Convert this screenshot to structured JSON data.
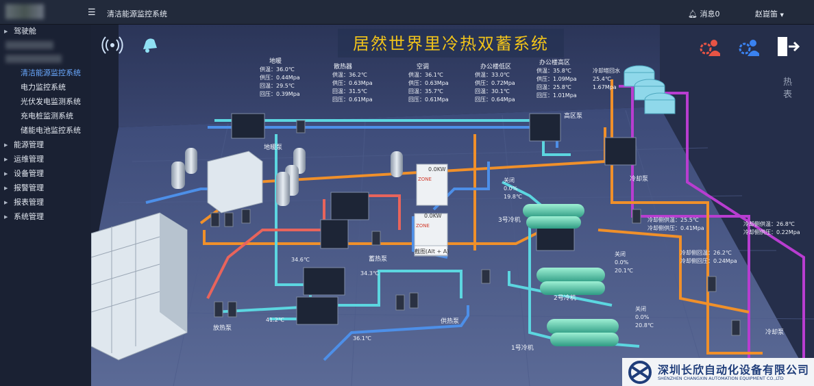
{
  "header": {
    "app_title": "清洁能源监控系统",
    "notify_label": "消息0",
    "user_name": "赵崑笛"
  },
  "sidebar": {
    "items": [
      {
        "label": "驾驶舱"
      },
      {
        "label": "能源管理"
      },
      {
        "label": "运维管理"
      },
      {
        "label": "设备管理"
      },
      {
        "label": "报警管理"
      },
      {
        "label": "报表管理"
      },
      {
        "label": "系统管理"
      }
    ],
    "sub_items": [
      {
        "label": "清洁能源监控系统"
      },
      {
        "label": "电力监控系统"
      },
      {
        "label": "光伏发电监测系统"
      },
      {
        "label": "充电桩监测系统"
      },
      {
        "label": "储能电池监控系统"
      }
    ]
  },
  "scene": {
    "title": "居然世界里冷热双蓄系统",
    "side_text": "热表",
    "zones": [
      {
        "name": "地暖",
        "lines": [
          "供温：36.0℃",
          "供压：0.44Mpa",
          "回温：29.5℃",
          "回压：0.39Mpa"
        ]
      },
      {
        "name": "散热器",
        "lines": [
          "供温：36.2℃",
          "供压：0.63Mpa",
          "回温：31.5℃",
          "回压：0.61Mpa"
        ]
      },
      {
        "name": "空调",
        "lines": [
          "供温：36.1℃",
          "供压：0.63Mpa",
          "回温：35.7℃",
          "回压：0.61Mpa"
        ]
      },
      {
        "name": "办公楼低区",
        "lines": [
          "供温：33.0℃",
          "供压：0.72Mpa",
          "回温：30.1℃",
          "回压：0.64Mpa"
        ]
      },
      {
        "name": "办公楼高区",
        "lines": [
          "供温：35.8℃",
          "供压：1.09Mpa",
          "回温：25.8℃",
          "回压：1.01Mpa"
        ]
      }
    ],
    "cooling_tower": {
      "title": "冷却塔回水",
      "temp": "25.4℃",
      "pressure": "1.67Mpa"
    },
    "labels": {
      "floor_pump": "地暖泵",
      "high_pump": "高区泵",
      "cool_pump_1": "冷却泵",
      "cool_pump_2": "冷却泵",
      "chiller_3": "3号冷机",
      "chiller_2": "2号冷机",
      "chiller_1": "1号冷机",
      "store_pump": "蓄热泵",
      "supply_pump": "供热泵",
      "release_pump": "放热泵"
    },
    "readings": {
      "t1": "34.6℃",
      "t2": "34.3℃",
      "t3": "41.2℃",
      "t4": "36.1℃"
    },
    "chillers": [
      {
        "state": "关闭",
        "pct": "0.0%",
        "temp": "19.8℃"
      },
      {
        "state": "关闭",
        "pct": "0.0%",
        "temp": "20.1℃"
      },
      {
        "state": "关闭",
        "pct": "0.0%",
        "temp": "20.8℃"
      }
    ],
    "chiller_water": [
      {
        "lines": [
          "冷却侧供温：25.5℃",
          "冷却侧供压：0.41Mpa"
        ]
      },
      {
        "lines": [
          "冷却侧回温：26.2℃",
          "冷却侧回压：0.24Mpa"
        ]
      },
      {
        "lines": [
          "冷却侧供温：26.8℃",
          "冷却侧供压：0.22Mpa"
        ]
      }
    ],
    "panels": [
      {
        "power": "0.0KW",
        "tag": "ZONE"
      },
      {
        "power": "0.0KW",
        "tag": "ZONE"
      }
    ],
    "screenshot_hint": "截图(Alt + A)"
  },
  "company": {
    "name_cn": "深圳长欣自动化设备有限公司",
    "name_en": "SHENZHEN CHANGXIN AUTOMATION EQUIPMENT CO.,LTD"
  },
  "colors": {
    "title": "#f1c31a",
    "pipe_hot": "#f0902a",
    "pipe_purple": "#b83dd0",
    "pipe_cyan": "#5cd6e0",
    "pipe_blue": "#4d8fe8",
    "pipe_red": "#e8645c",
    "active_nav": "#6aa9ff"
  },
  "icons": {
    "signal": "wifi-signal-icon",
    "bell": "bell-icon",
    "menu": "hamburger-icon",
    "exit": "exit-icon"
  }
}
